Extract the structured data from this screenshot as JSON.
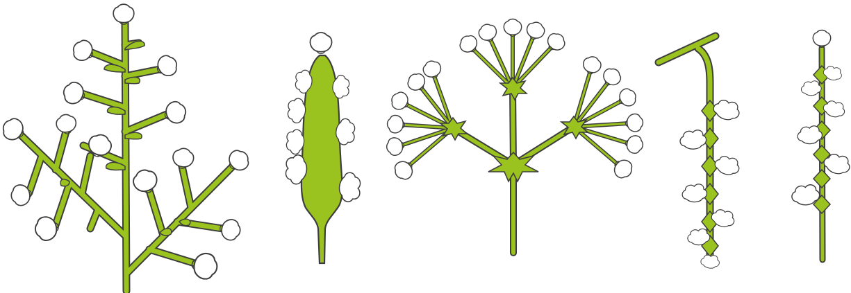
{
  "colors": {
    "stem_fill": "#9bc31f",
    "outline": "#3d3d3d",
    "flower_fill": "#ffffff",
    "background": "#ffffff"
  },
  "inflorescences": [
    {
      "id": "panicle",
      "type": "panicle-branched"
    },
    {
      "id": "spadix",
      "type": "spadix-fleshy-axis"
    },
    {
      "id": "compound-umbel",
      "type": "compound-umbel"
    },
    {
      "id": "catkin",
      "type": "pendulous-spike-catkin"
    },
    {
      "id": "spike",
      "type": "spike-sessile-flowers"
    }
  ]
}
